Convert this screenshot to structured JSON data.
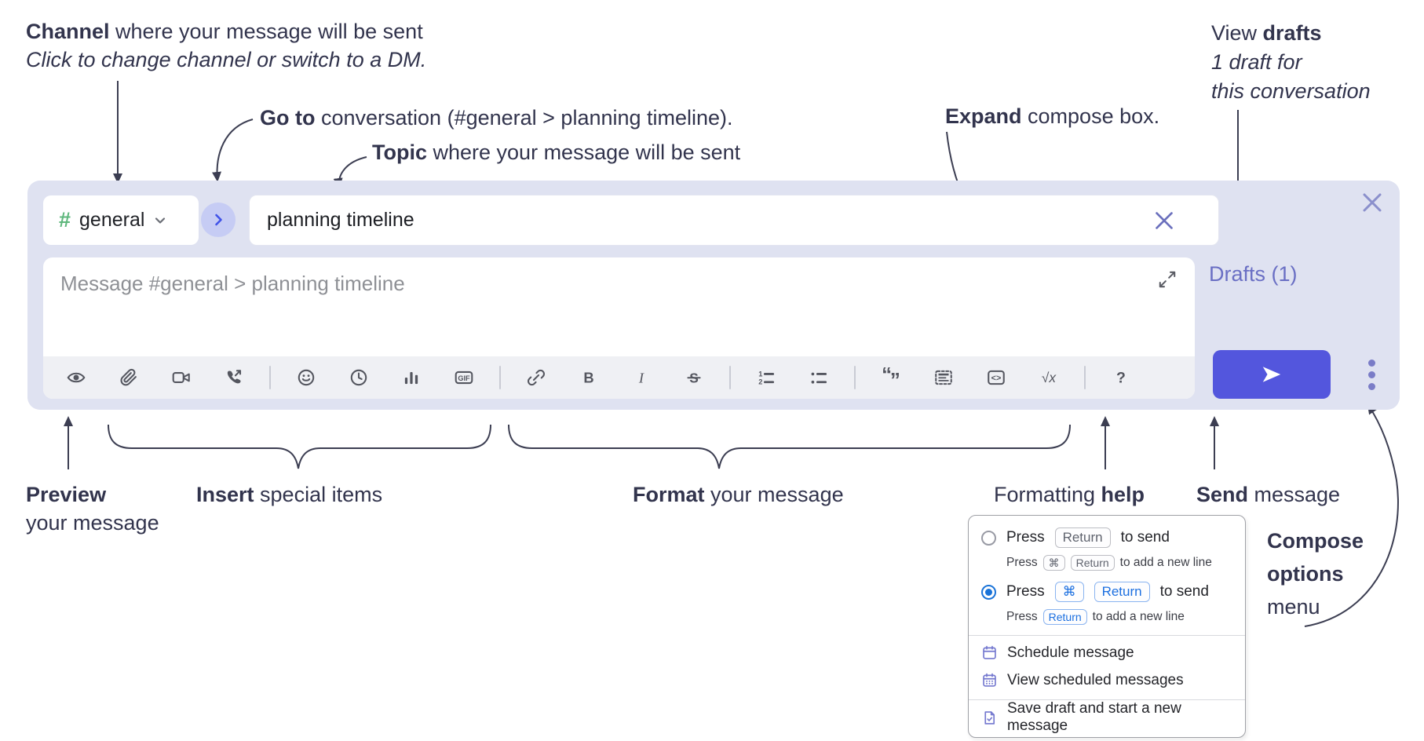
{
  "colors": {
    "compose_bg": "#dfe2f1",
    "send_button": "#5356dd",
    "drafts_link": "#6a6fc4",
    "hash_green": "#5eb77c",
    "radio_blue": "#1a73d8",
    "menu_icon_purple": "#7478cf",
    "annotation_text": "#32344d"
  },
  "annotations": {
    "channel": {
      "bold": "Channel",
      "rest": " where your message will be sent",
      "sub_italic": "Click to change channel or switch to a DM."
    },
    "go_to": {
      "bold": "Go to",
      "rest": " conversation (#general > planning timeline)."
    },
    "topic": {
      "bold": "Topic",
      "rest": " where your message will be sent"
    },
    "expand": {
      "bold": "Expand",
      "rest": " compose box."
    },
    "view_drafts": {
      "line1_pre": "View ",
      "line1_bold": "drafts",
      "line2": "1 draft for",
      "line3": "this conversation"
    },
    "preview": {
      "bold": "Preview",
      "line2": "your message"
    },
    "insert": {
      "bold": "Insert",
      "rest": " special items"
    },
    "format": {
      "bold": "Format",
      "rest": " your message"
    },
    "formatting_help": {
      "pre": "Formatting ",
      "bold": "help"
    },
    "send": {
      "bold": "Send",
      "rest": " message"
    },
    "compose_options": {
      "bold1": "Compose",
      "bold2": "options",
      "line3": "menu"
    }
  },
  "composer": {
    "channel_selector": {
      "hash": "#",
      "name": "general"
    },
    "topic_input": {
      "value": "planning timeline"
    },
    "message_input": {
      "placeholder": "Message #general > planning timeline"
    },
    "drafts_link": "Drafts (1)",
    "toolbar": {
      "gif_label": "GIF",
      "bold_label": "B",
      "italic_label": "I",
      "strike_label": "S",
      "ol_num1": "1",
      "ol_num2": "2",
      "quote_open": "“",
      "quote_close": "”",
      "code_label": "<>",
      "sqrt_label": "√x",
      "help_label": "?"
    }
  },
  "popup": {
    "opt1": {
      "press": "Press",
      "key_return": "Return",
      "to_send": "to send",
      "sub_press": "Press",
      "sub_key_cmd": "⌘",
      "sub_key_return": "Return",
      "sub_tail": "to add a new line"
    },
    "opt2": {
      "press": "Press",
      "key_cmd": "⌘",
      "key_return": "Return",
      "to_send": "to send",
      "sub_press": "Press",
      "sub_key_return": "Return",
      "sub_tail": "to add a new line"
    },
    "menu": {
      "schedule": "Schedule message",
      "view_scheduled": "View scheduled messages",
      "save_draft": "Save draft and start a new message"
    }
  }
}
